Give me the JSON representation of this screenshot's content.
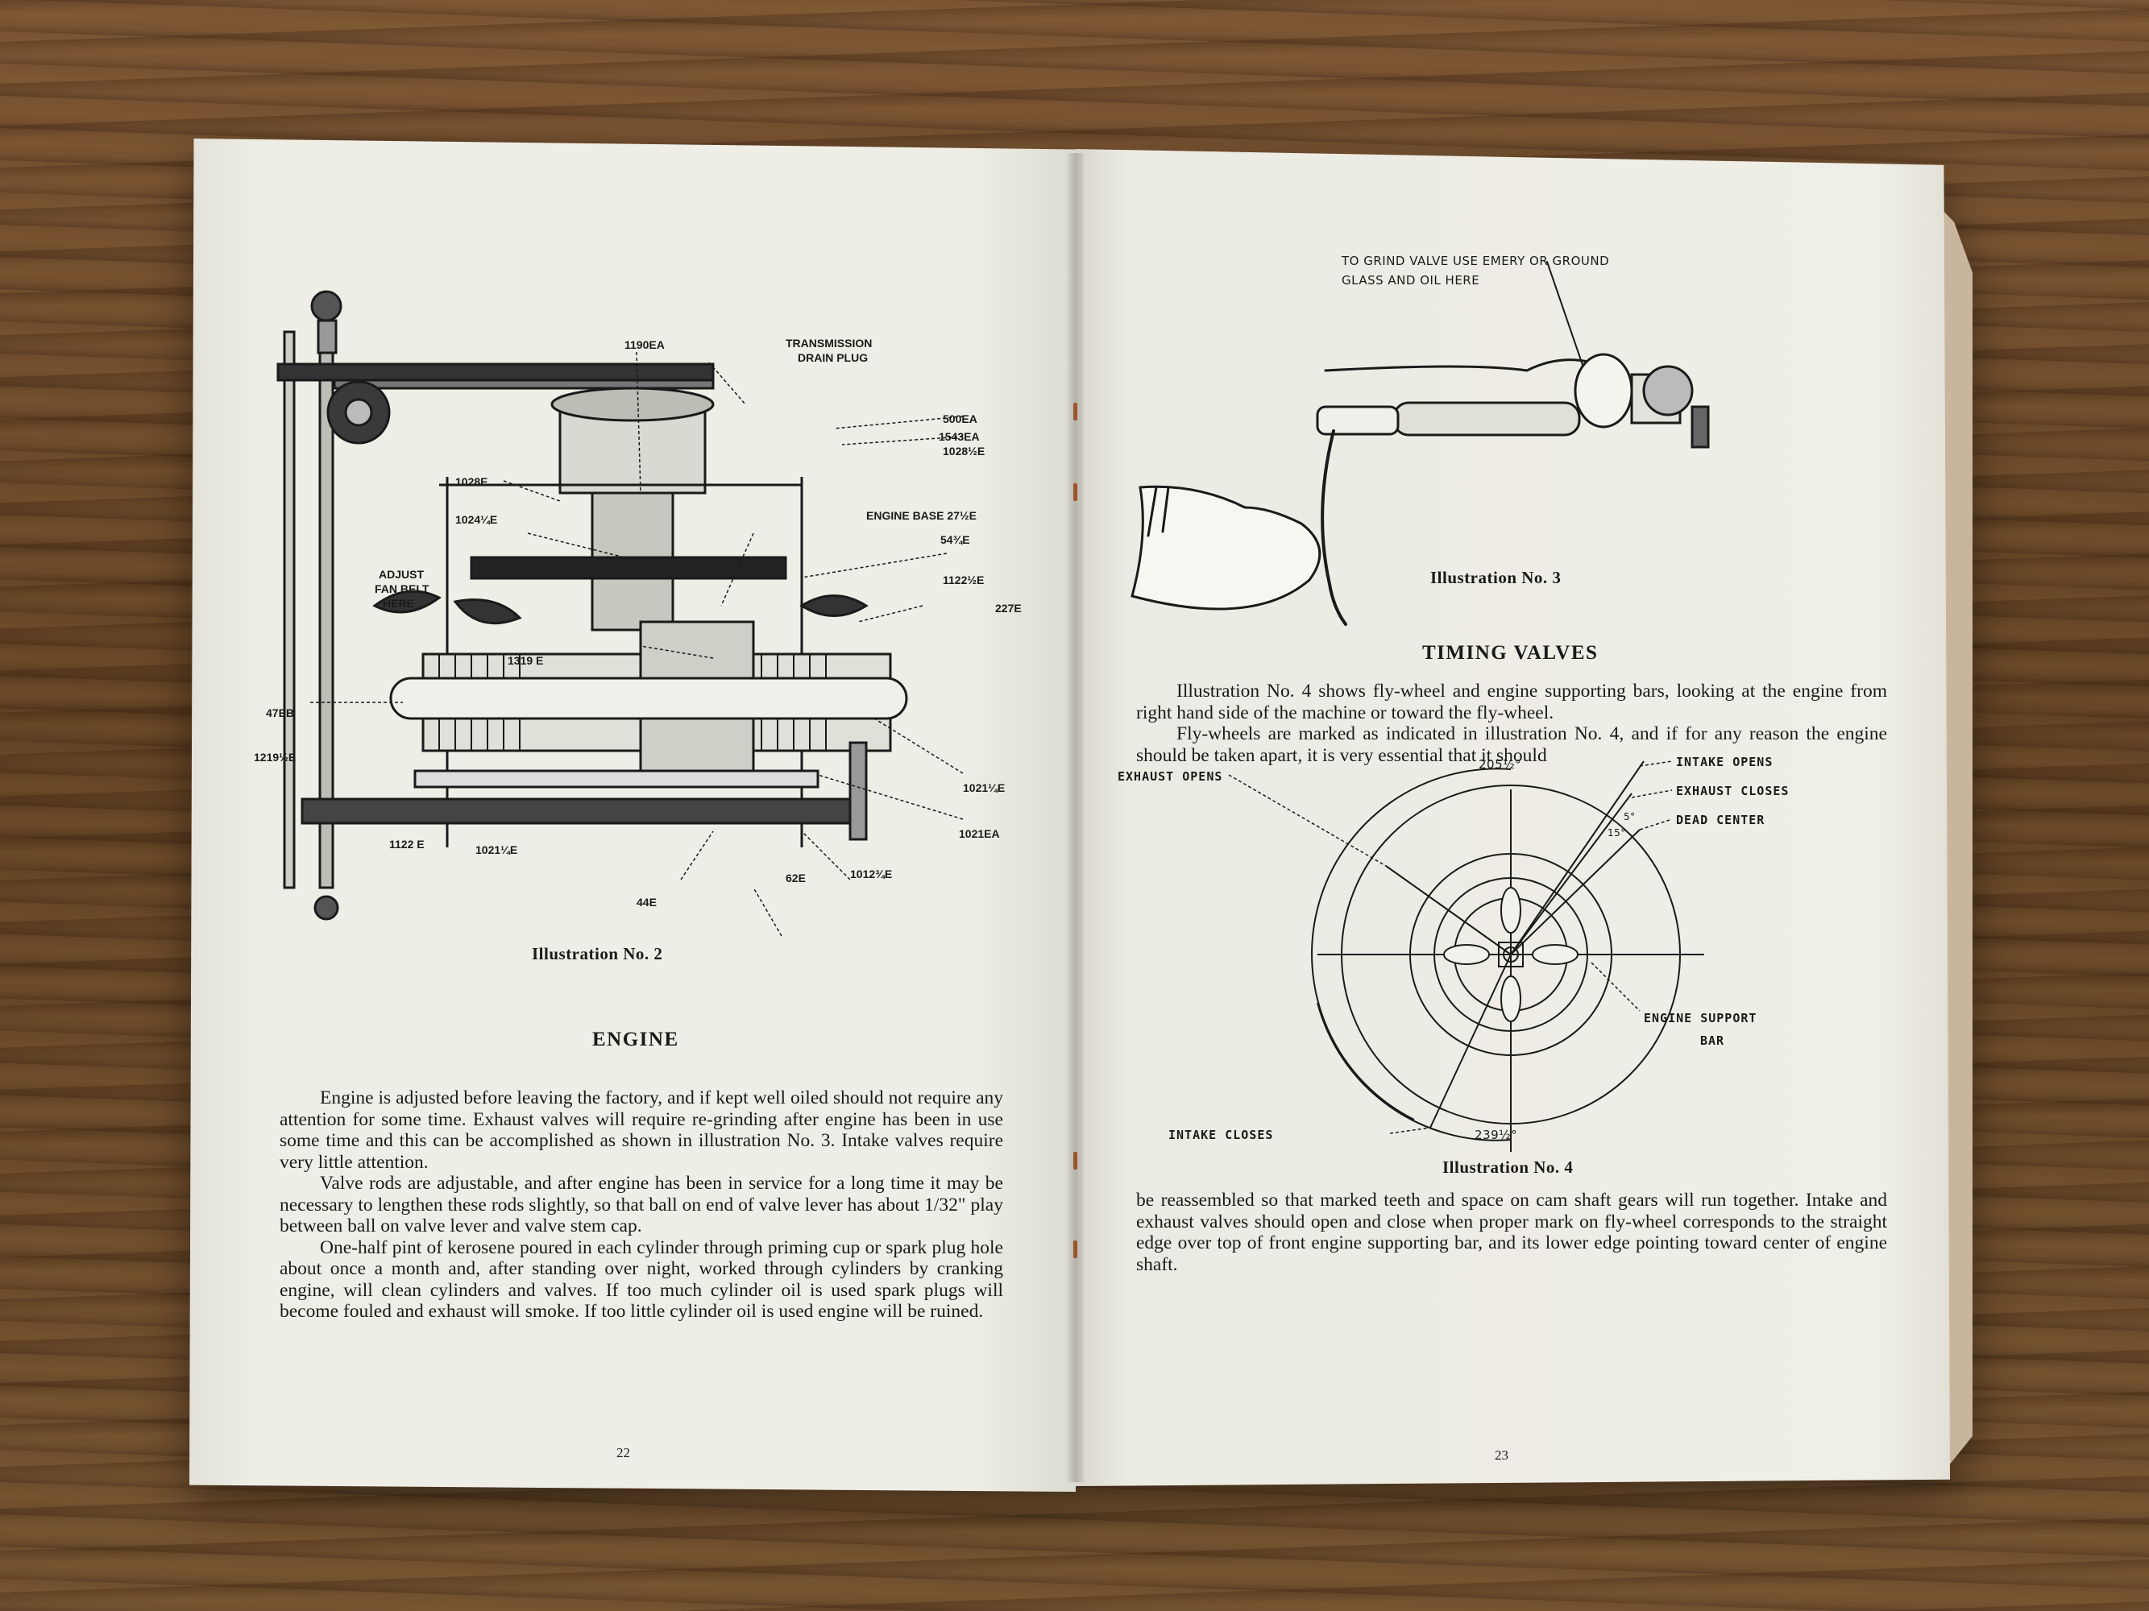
{
  "left_page": {
    "illustration_caption": "Illustration No. 2",
    "part_labels": {
      "p1190ea": "1190EA",
      "transmission_drain_plug_1": "TRANSMISSION",
      "transmission_drain_plug_2": "DRAIN PLUG",
      "p500ea": "500EA",
      "p1543ea": "1543EA",
      "p1028_half_e": "1028½E",
      "p1028e": "1028E",
      "engine_base": "ENGINE BASE 27½E",
      "p1024_quarter_e": "1024¼E",
      "p54_3_4_e": "54¾E",
      "adjust_fan_belt_1": "ADJUST",
      "adjust_fan_belt_2": "FAN BELT",
      "adjust_fan_belt_3": "HERE",
      "p1122_half_e": "1122½E",
      "p227e": "227E",
      "p1319e": "1319 E",
      "p47eb": "47EB",
      "p1219_half_e": "1219½E",
      "p1021_quarter_e_right": "1021¼E",
      "p1021ea": "1021EA",
      "p1122e": "1122 E",
      "p1021_quarter_e_bottom": "1021¼E",
      "p62e": "62E",
      "p1012_3_4_e": "1012¾E",
      "p44e": "44E"
    },
    "section_heading": "ENGINE",
    "paragraphs": [
      "Engine is adjusted before leaving the factory, and if kept well oiled should not require any attention for some time. Exhaust valves will require re-grinding after engine has been in use some time and this can be accomplished as shown in illustration No. 3. Intake valves require very little attention.",
      "Valve rods are adjustable, and after engine has been in service for a long time it may be necessary to lengthen these rods slightly, so that ball on end of valve lever has about 1/32\" play between ball on valve lever and valve stem cap.",
      "One-half pint of kerosene poured in each cylinder through priming cup or spark plug hole about once a month and, after standing over night, worked through cylinders by cranking engine, will clean cylinders and valves. If too much cylinder oil is used spark plugs will become fouled and exhaust will smoke. If too little cylinder oil is used engine will be ruined."
    ],
    "page_number": "22"
  },
  "right_page": {
    "grind_note_line1": "TO GRIND VALVE USE EMERY OR GROUND",
    "grind_note_line2": "GLASS AND OIL HERE",
    "illustration3_caption": "Illustration No. 3",
    "section_heading": "TIMING VALVES",
    "paragraphs_top": [
      "Illustration No. 4 shows fly-wheel and engine supporting bars, looking at the engine from right hand side of the machine or toward the fly-wheel.",
      "Fly-wheels are marked as indicated in illustration No. 4, and if for any reason the engine should be taken apart, it is very essential that it should"
    ],
    "diagram_labels": {
      "angle_top": "205½°",
      "angle_bottom": "239½°",
      "exhaust_opens": "EXHAUST OPENS",
      "intake_opens": "INTAKE OPENS",
      "exhaust_closes": "EXHAUST CLOSES",
      "dead_center": "DEAD CENTER",
      "engine_support_bar_1": "ENGINE SUPPORT",
      "engine_support_bar_2": "BAR",
      "intake_closes": "INTAKE CLOSES",
      "small_angle_1": "5°",
      "small_angle_2": "15°"
    },
    "illustration4_caption": "Illustration No. 4",
    "paragraph_bottom": "be reassembled so that marked teeth and space on cam shaft gears will run together. Intake and exhaust valves should open and close when proper mark on fly-wheel corresponds to the straight edge over top of front engine supporting bar, and its lower edge pointing toward center of engine shaft.",
    "page_number": "23"
  }
}
